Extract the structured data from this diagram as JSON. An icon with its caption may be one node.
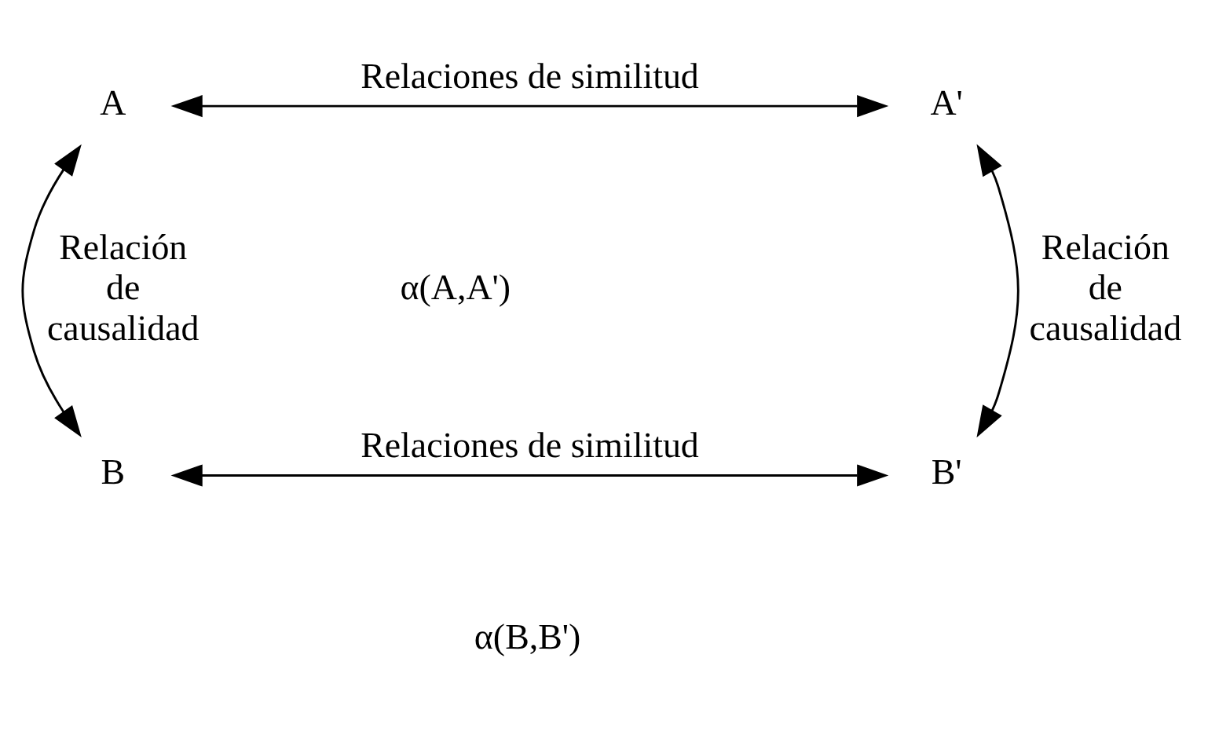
{
  "diagram": {
    "nodes": [
      {
        "text": [
          "A"
        ]
      },
      {
        "text": [
          "A'"
        ]
      },
      {
        "text": [
          "B"
        ]
      },
      {
        "text": [
          "B'"
        ]
      }
    ],
    "edges": [
      {
        "from": 0,
        "to": 1,
        "arrow": "both",
        "label": "Relaciones de similitud"
      },
      {
        "from": 0,
        "to": 2,
        "arrow": "both",
        "label": "Relación de causalidad"
      },
      {
        "from": 1,
        "to": 3,
        "arrow": "both",
        "label": "Relación de causalidad"
      },
      {
        "from": 2,
        "to": 3,
        "arrow": "both",
        "label": "Relaciones de similitud"
      }
    ],
    "labels": [
      "α(A,A')",
      "α(B,B')"
    ]
  }
}
